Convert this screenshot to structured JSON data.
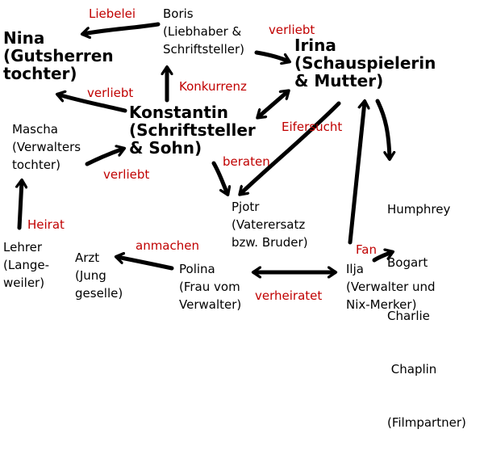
{
  "colors": {
    "label": "#c00000",
    "ink": "#000000",
    "background": "#ffffff"
  },
  "nodes": {
    "nina": [
      "Nina",
      "(Gutsherren",
      "tochter)"
    ],
    "boris": [
      "Boris",
      "(Liebhaber &",
      "Schriftsteller)"
    ],
    "irina": [
      "Irina",
      "(Schauspielerin",
      "& Mutter)"
    ],
    "konstantin": [
      "Konstantin",
      "(Schriftsteller",
      "& Sohn)"
    ],
    "mascha": [
      "Mascha",
      "(Verwalters",
      "tochter)"
    ],
    "pjotr": [
      "Pjotr",
      "(Vaterersatz",
      "bzw. Bruder)"
    ],
    "humphrey": [
      "Humphrey",
      "Bogart",
      "Charlie",
      " Chaplin",
      "(Filmpartner)"
    ],
    "lehrer": [
      "Lehrer",
      "(Lange-",
      "weiler)"
    ],
    "arzt": [
      "Arzt",
      "(Jung",
      "geselle)"
    ],
    "polina": [
      "Polina",
      "(Frau vom",
      "Verwalter)"
    ],
    "ilja": [
      "Ilja",
      "(Verwalter und",
      "Nix-Merker)"
    ]
  },
  "relations": {
    "boris_nina": "Liebelei",
    "boris_irina": "verliebt",
    "konstantin_nina": "verliebt",
    "konstantin_boris": "Konkurrenz",
    "irina_pjotr": "Eifersucht",
    "konstantin_pjotr": "beraten",
    "mascha_konstantin": "verliebt",
    "lehrer_mascha": "Heirat",
    "polina_arzt": "anmachen",
    "polina_ilja": "verheiratet",
    "ilja_humphrey": "Fan"
  }
}
